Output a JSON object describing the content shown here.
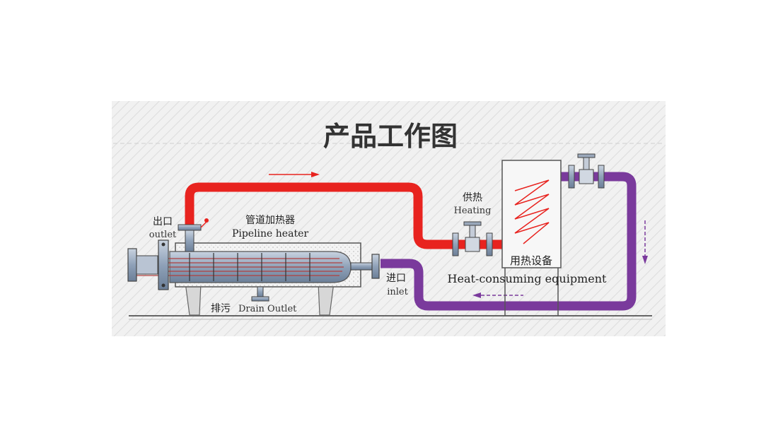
{
  "title": "产品工作图",
  "labels": {
    "outlet_cn": "出口",
    "outlet_en": "outlet",
    "heater_cn": "管道加热器",
    "heater_en": "Pipeline heater",
    "heating_cn": "供热",
    "heating_en": "Heating",
    "equipment_cn": "用热设备",
    "equipment_en": "Heat-consuming equipment",
    "inlet_cn": "进口",
    "inlet_en": "inlet",
    "drain_cn": "排污",
    "drain_en": "Drain Outlet"
  },
  "colors": {
    "hot_pipe": "#e8231f",
    "return_pipe": "#7a3a9c",
    "steel": "#8ea0b8",
    "outline": "#555555",
    "panel_bg": "#f0f0f0",
    "coil": "#e8231f"
  },
  "icons": {
    "supply_valve": "gate-valve-icon",
    "return_valve": "gate-valve-icon",
    "flow_arrow": "flow-direction-arrow-icon"
  }
}
